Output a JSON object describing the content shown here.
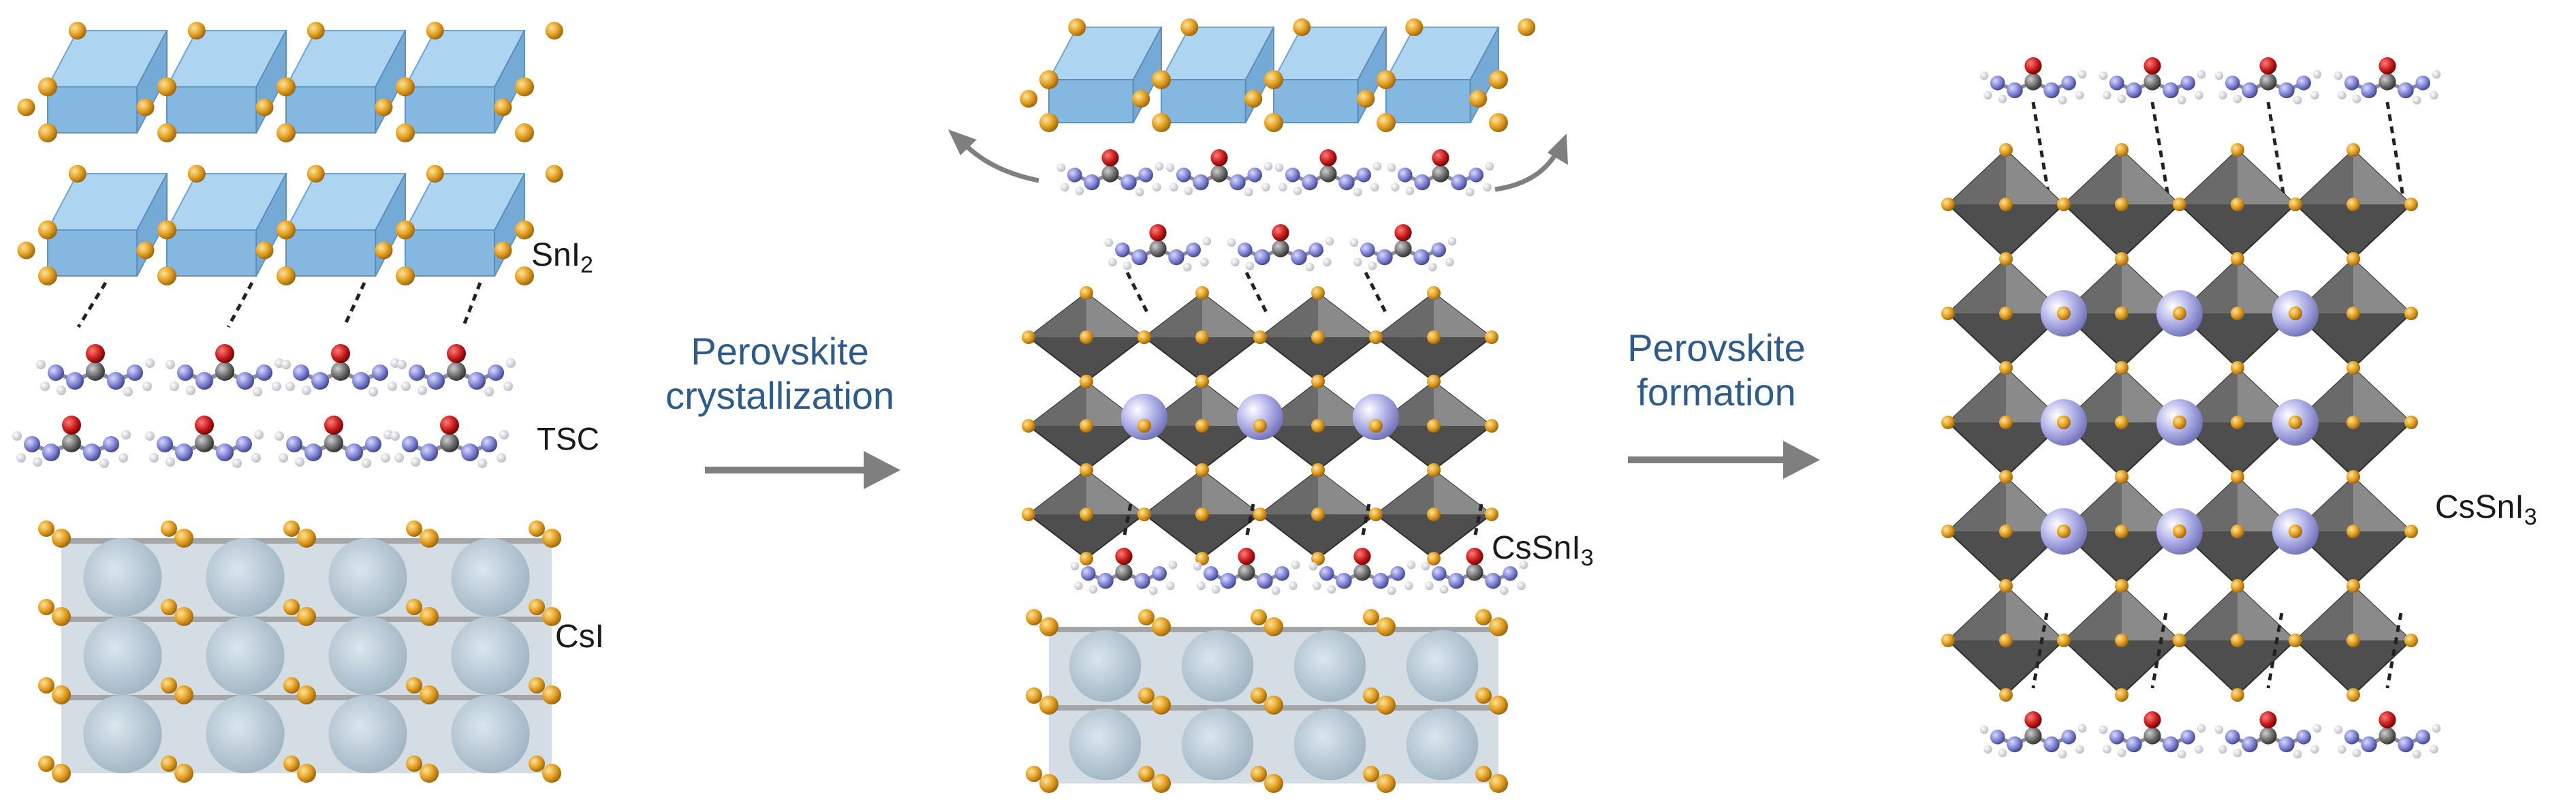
{
  "labels": {
    "sni2": {
      "main": "SnI",
      "sub": "2"
    },
    "tsc": "TSC",
    "csi": "CsI",
    "cssni3_mid": {
      "main": "CsSnI",
      "sub": "3"
    },
    "cssni3_right": {
      "main": "CsSnI",
      "sub": "3"
    }
  },
  "steps": [
    {
      "line1": "Perovskite",
      "line2": "crystallization"
    },
    {
      "line1": "Perovskite",
      "line2": "formation"
    }
  ],
  "colors": {
    "sni2_octahedra": "#8fc3ea",
    "perovskite_octahedra": "#6f6f6f",
    "csi_cube": "#c6d3dc",
    "iodide": "#e2a023",
    "cesium": "#a8a9e4",
    "oxygen": "#c41a1a",
    "carbon": "#777777",
    "nitrogen": "#7a7fd0",
    "hydrogen": "#e9e9f2",
    "arrow": "#7f7f7f",
    "text_blue": "#2e5b8a"
  }
}
